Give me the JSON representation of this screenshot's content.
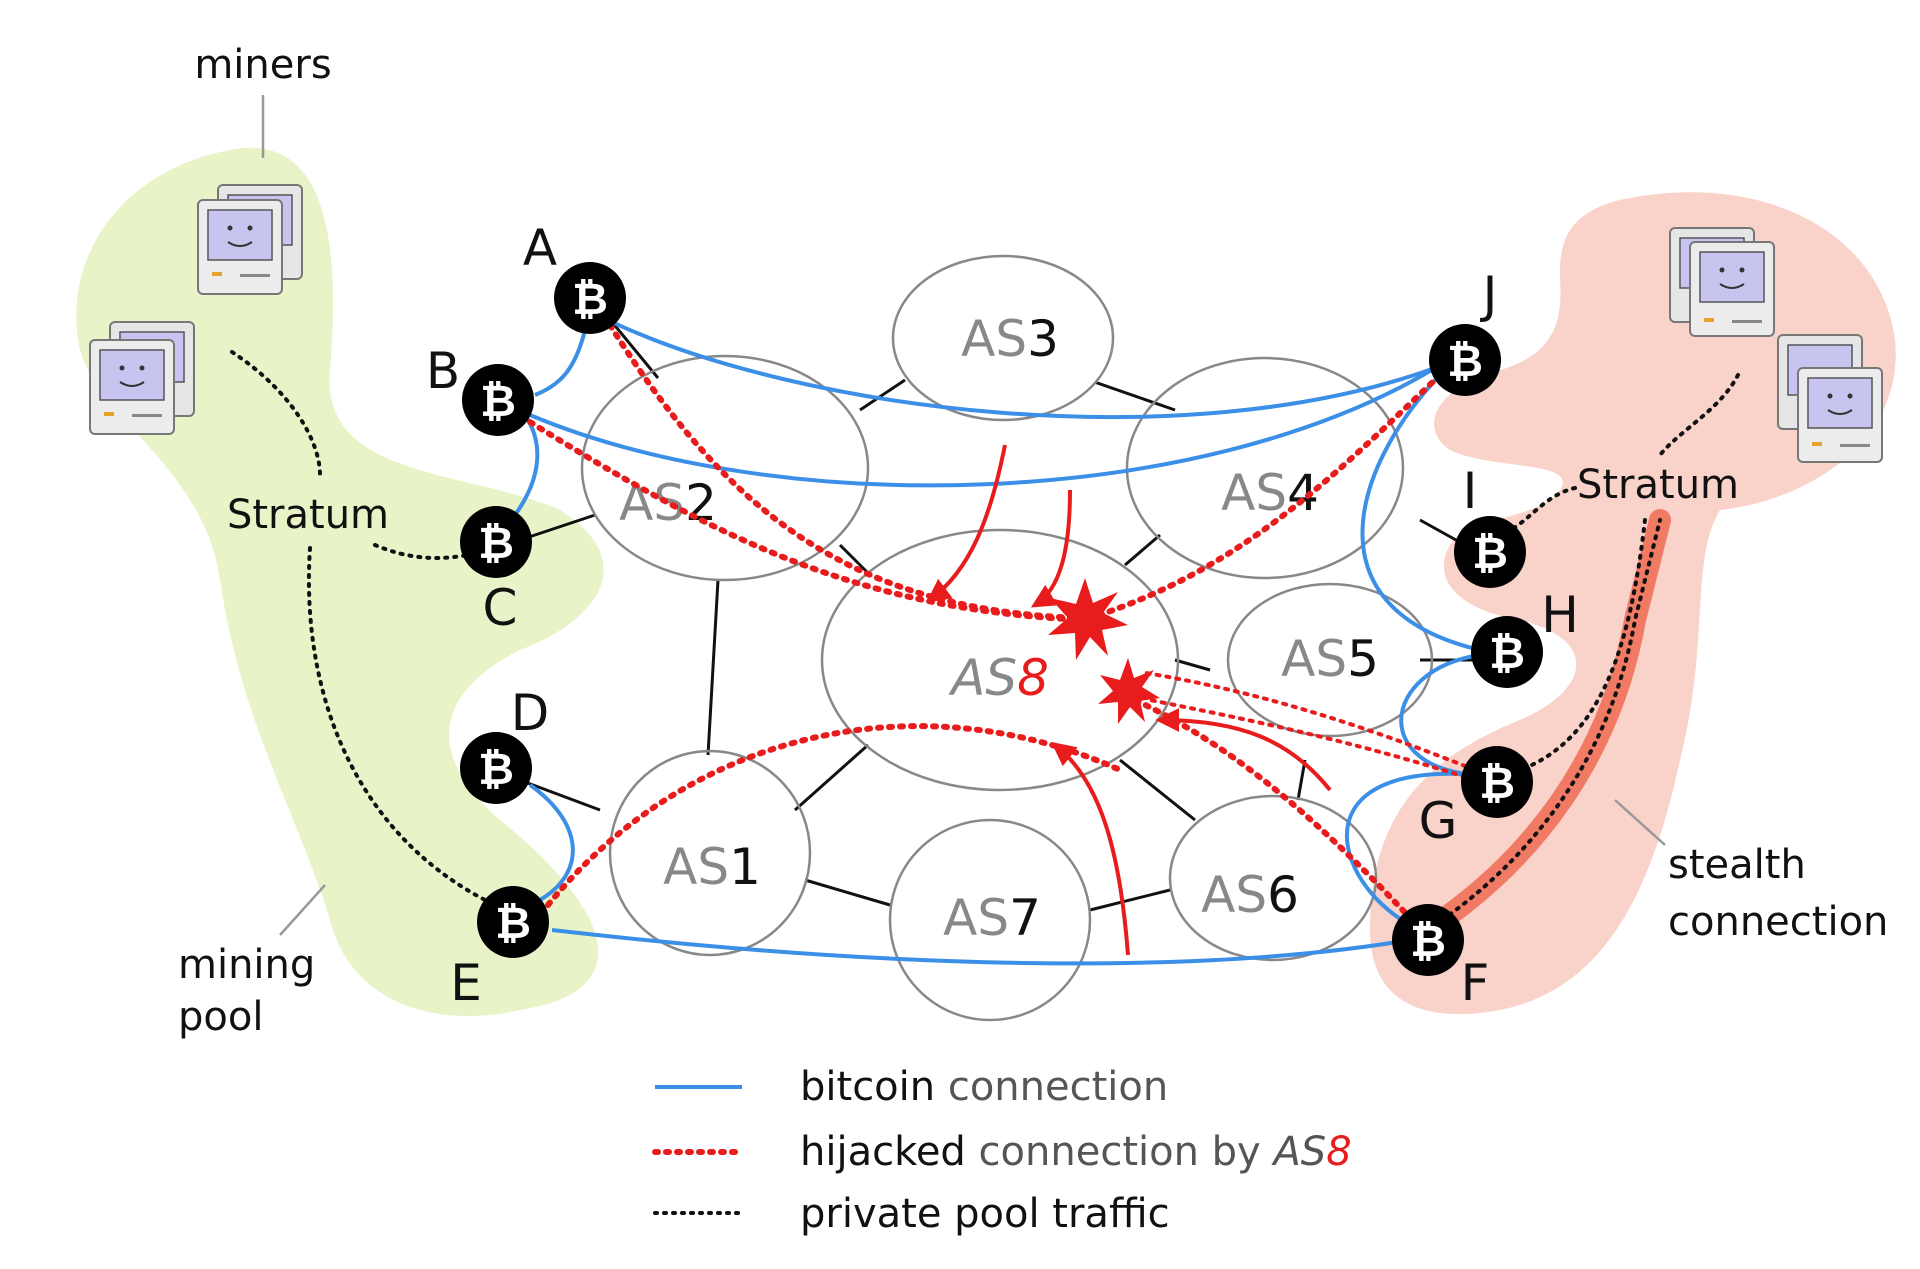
{
  "as_nodes": [
    {
      "id": "AS3",
      "prefix": "AS",
      "num": "3"
    },
    {
      "id": "AS2",
      "prefix": "AS",
      "num": "2"
    },
    {
      "id": "AS4",
      "prefix": "AS",
      "num": "4"
    },
    {
      "id": "AS8",
      "prefix": "AS",
      "num": "8"
    },
    {
      "id": "AS5",
      "prefix": "AS",
      "num": "5"
    },
    {
      "id": "AS1",
      "prefix": "AS",
      "num": "1"
    },
    {
      "id": "AS7",
      "prefix": "AS",
      "num": "7"
    },
    {
      "id": "AS6",
      "prefix": "AS",
      "num": "6"
    }
  ],
  "bitcoin_nodes": [
    "A",
    "B",
    "C",
    "D",
    "E",
    "F",
    "G",
    "H",
    "I",
    "J"
  ],
  "labels": {
    "miners": "miners",
    "stratum_left": "Stratum",
    "stratum_right": "Stratum",
    "mining_pool_line1": "mining",
    "mining_pool_line2": "pool",
    "stealth_line1": "stealth",
    "stealth_line2": "connection",
    "bitcoin_symbol": "₿"
  },
  "legend": {
    "bitcoin_connection": {
      "word1": "bitcoin",
      "word2": " connection"
    },
    "hijacked": {
      "word1": "hijacked",
      "word2": " connection by ",
      "as_prefix": "AS",
      "as_num": "8"
    },
    "private": {
      "text": "private pool traffic"
    }
  },
  "colors": {
    "bitcoin_connection": "#3b8fe6",
    "hijacked": "#e81c1c",
    "private": "#111111",
    "mining_pool_region": "#e8f4c8",
    "stealth_region": "#f9d2c9",
    "stealth_connection": "#f07a64"
  }
}
